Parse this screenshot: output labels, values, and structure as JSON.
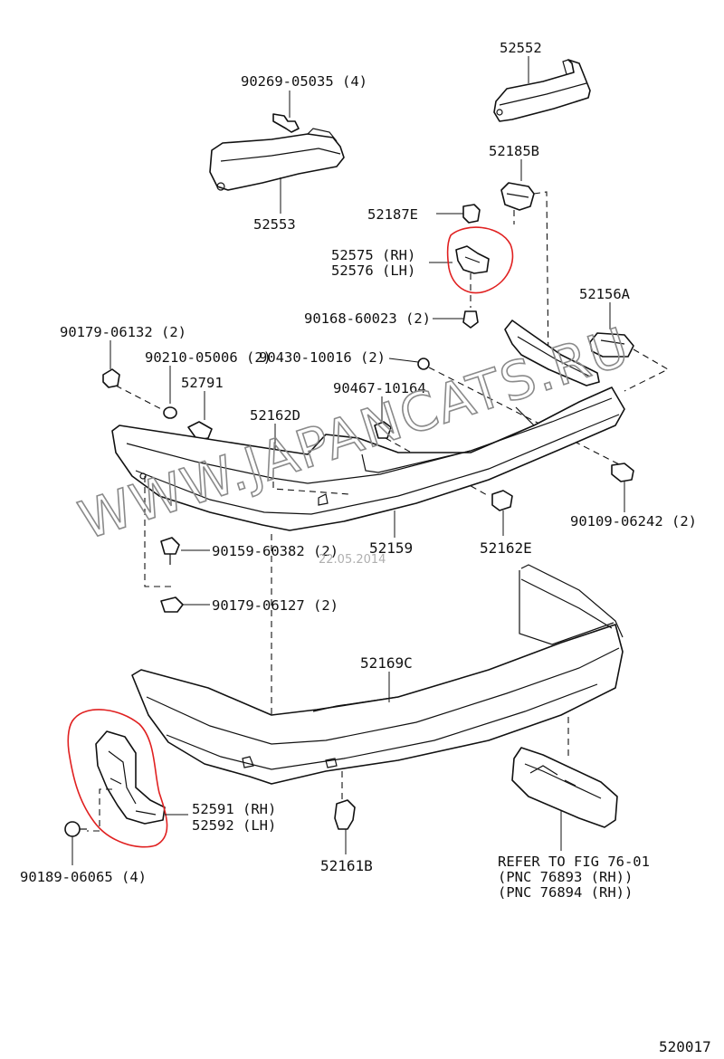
{
  "diagram": {
    "parts": {
      "p52552": "52552",
      "p90269": "90269-05035 (4)",
      "p52553": "52553",
      "p52185B": "52185B",
      "p52187E": "52187E",
      "p52575": "52575 (RH)",
      "p52576": "52576 (LH)",
      "p90168": "90168-60023 (2)",
      "p52156A": "52156A",
      "p90179a": "90179-06132 (2)",
      "p90210": "90210-05006 (2)",
      "p90430": "90430-10016 (2)",
      "p52791": "52791",
      "p52162D": "52162D",
      "p90467": "90467-10164",
      "p90109": "90109-06242 (2)",
      "p52159": "52159",
      "p52162E": "52162E",
      "p90159": "90159-60382 (2)",
      "p90179b": "90179-06127 (2)",
      "p52169C": "52169C",
      "p52591": "52591 (RH)",
      "p52592": "52592 (LH)",
      "p90189": "90189-06065 (4)",
      "p52161B": "52161B"
    },
    "refer": {
      "line1": "REFER TO FIG 76-01",
      "line2": "(PNC 76893  (RH))",
      "line3": "(PNC 76894  (RH))"
    },
    "figure_number": "520017",
    "watermark": {
      "text": "WWW.JAPANCATS.RU",
      "date": "22.05.2014"
    },
    "highlight_color": "#e02020"
  }
}
